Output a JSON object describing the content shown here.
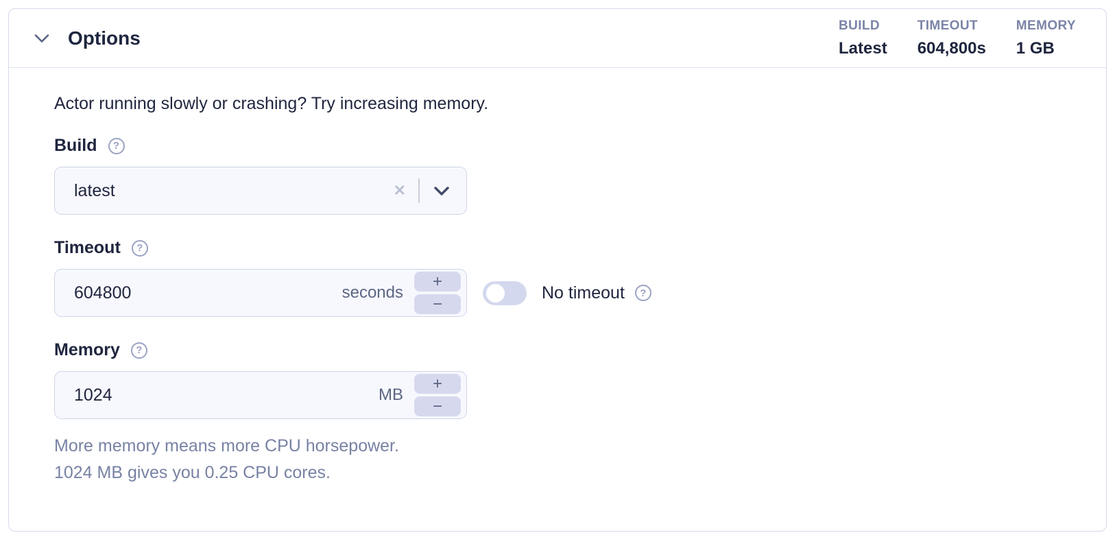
{
  "header": {
    "title": "Options",
    "stats": [
      {
        "label": "BUILD",
        "value": "Latest"
      },
      {
        "label": "TIMEOUT",
        "value": "604,800s"
      },
      {
        "label": "MEMORY",
        "value": "1 GB"
      }
    ]
  },
  "body": {
    "intro": "Actor running slowly or crashing? Try increasing memory.",
    "build": {
      "label": "Build",
      "value": "latest"
    },
    "timeout": {
      "label": "Timeout",
      "value": "604800",
      "unit": "seconds",
      "no_timeout_label": "No timeout",
      "toggle_state": "off"
    },
    "memory": {
      "label": "Memory",
      "value": "1024",
      "unit": "MB",
      "help_line1": "More memory means more CPU horsepower.",
      "help_line2": "1024 MB gives you 0.25 CPU cores."
    }
  },
  "icons": {
    "collapse": "chevron-down",
    "help": "?",
    "clear": "✕",
    "dropdown": "chevron-down",
    "increment": "+",
    "decrement": "−"
  },
  "colors": {
    "panel_border": "#d5d9ec",
    "input_bg": "#f7f8fd",
    "input_border": "#ced3e9",
    "dark_text": "#20263f",
    "muted_text": "#7b84a7",
    "helper_text": "#7882a4",
    "stepper_bg": "#d6d9ee",
    "toggle_track": "#d4d8ee"
  }
}
